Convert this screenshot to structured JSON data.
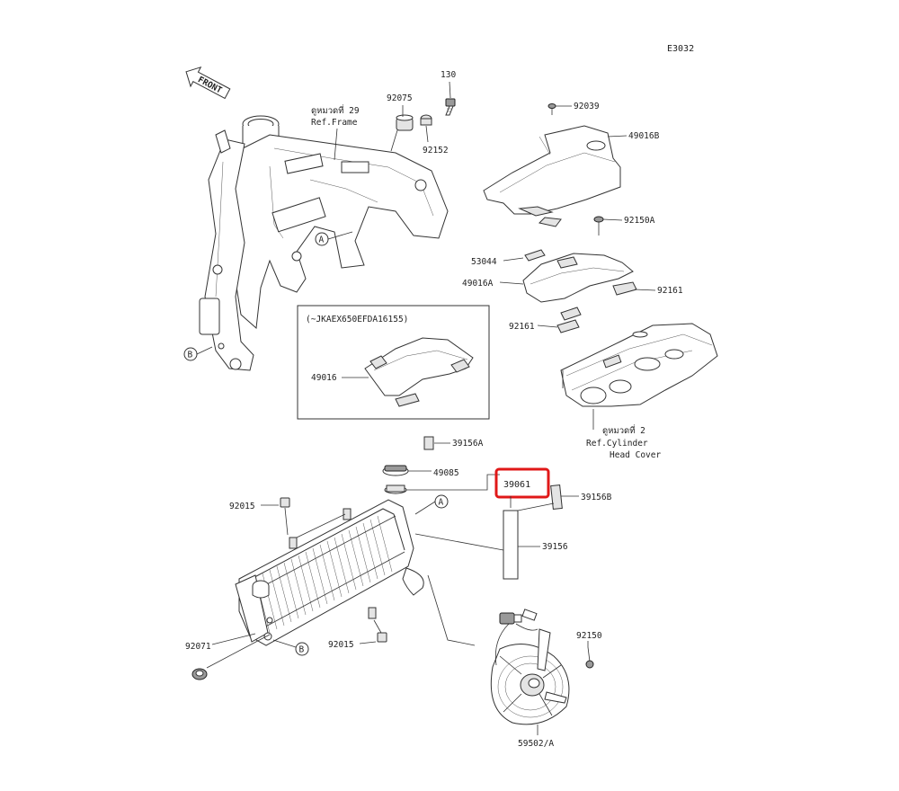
{
  "diagram_code": "E3032",
  "front_label": "FRONT",
  "frame_ref": {
    "line1": "ดูหมวดที่ 29",
    "line2": "Ref.Frame"
  },
  "cylinder_ref": {
    "line1": "ดูหมวดที่ 2",
    "line2": "Ref.Cylinder",
    "line3": "Head Cover"
  },
  "inset": {
    "title": "(~JKAEX650EFDA16155)",
    "part": "49016"
  },
  "callouts": {
    "a": "A",
    "b": "B"
  },
  "parts": {
    "p130": "130",
    "p92075": "92075",
    "p92152": "92152",
    "p92039": "92039",
    "p49016B": "49016B",
    "p92150A": "92150A",
    "p53044": "53044",
    "p49016A": "49016A",
    "p92161a": "92161",
    "p92161b": "92161",
    "p39156A": "39156A",
    "p49085": "49085",
    "p39061": "39061",
    "p39156B": "39156B",
    "p39156": "39156",
    "p92015a": "92015",
    "p92015b": "92015",
    "p92071": "92071",
    "p92150": "92150",
    "p59502A": "59502/A"
  },
  "highlight_color": "#e01818"
}
